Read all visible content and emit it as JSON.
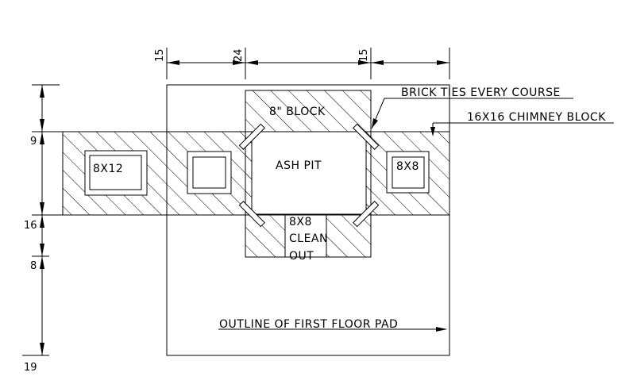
{
  "labels": {
    "block": "8\" BLOCK",
    "ash_pit": "ASH PIT",
    "flue_left": "8X12",
    "flue_right": "8X8",
    "cleanout_1": "8X8",
    "cleanout_2": "CLEAN",
    "cleanout_3": "OUT",
    "brick_ties": "BRICK TIES EVERY COURSE",
    "chimney_block": "16X16 CHIMNEY BLOCK",
    "outline": "OUTLINE OF FIRST FLOOR PAD"
  },
  "dimensions": {
    "top": [
      "15",
      "24",
      "15"
    ],
    "left": [
      "9",
      "16",
      "8",
      "19"
    ]
  }
}
